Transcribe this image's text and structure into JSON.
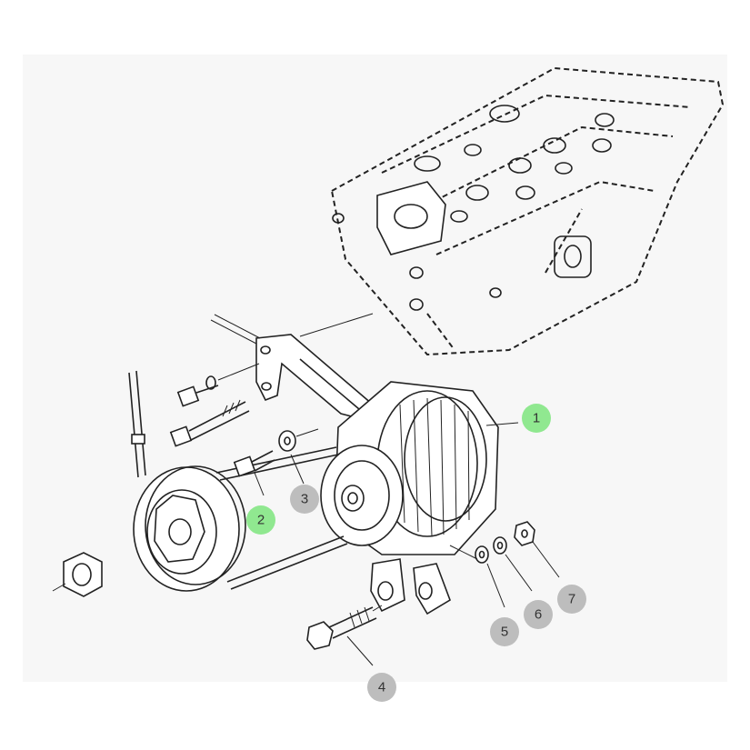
{
  "callouts": [
    {
      "label": "1",
      "color": "#90e890"
    },
    {
      "label": "2",
      "color": "#90e890"
    },
    {
      "label": "3",
      "color": "#bdbdbd"
    },
    {
      "label": "4",
      "color": "#bdbdbd"
    },
    {
      "label": "5",
      "color": "#bdbdbd"
    },
    {
      "label": "6",
      "color": "#bdbdbd"
    },
    {
      "label": "7",
      "color": "#bdbdbd"
    }
  ],
  "colors": {
    "highlight": "#90e890",
    "neutral": "#bdbdbd",
    "ink": "#222222"
  }
}
